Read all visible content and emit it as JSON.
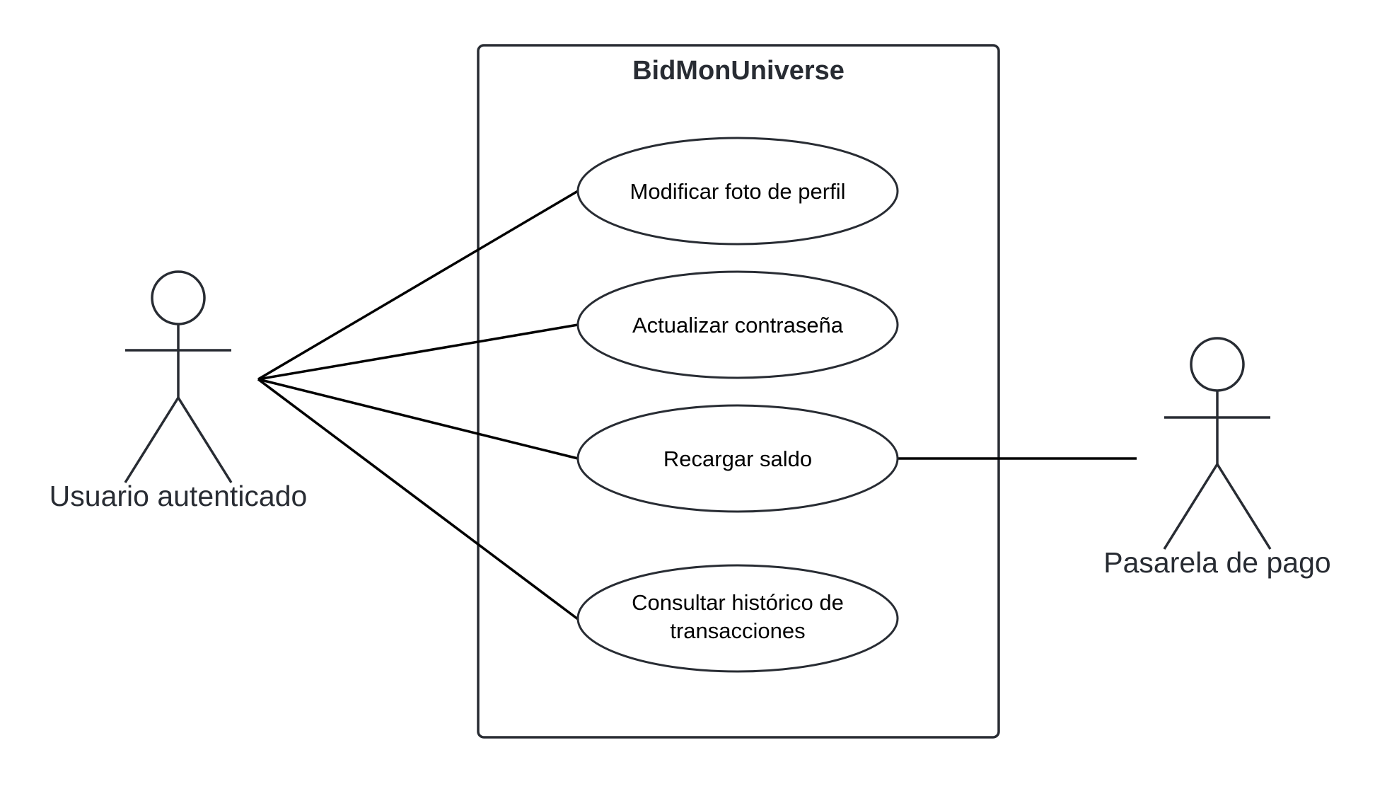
{
  "diagram": {
    "system": {
      "title": "BidMonUniverse"
    },
    "use_cases": [
      {
        "id": "uc1",
        "lines": [
          "Modificar foto de perfil"
        ]
      },
      {
        "id": "uc2",
        "lines": [
          "Actualizar contraseña"
        ]
      },
      {
        "id": "uc3",
        "lines": [
          "Recargar saldo"
        ]
      },
      {
        "id": "uc4",
        "lines": [
          "Consultar histórico de",
          "transacciones"
        ]
      }
    ],
    "actors": [
      {
        "id": "actor1",
        "name": "Usuario autenticado"
      },
      {
        "id": "actor2",
        "name": "Pasarela de pago"
      }
    ],
    "associations": [
      {
        "from": "actor1",
        "to": "uc1"
      },
      {
        "from": "actor1",
        "to": "uc2"
      },
      {
        "from": "actor1",
        "to": "uc3"
      },
      {
        "from": "actor1",
        "to": "uc4"
      },
      {
        "from": "actor2",
        "to": "uc3"
      }
    ],
    "colors": {
      "stroke": "#282c33",
      "line": "#000000",
      "background": "#ffffff"
    }
  }
}
